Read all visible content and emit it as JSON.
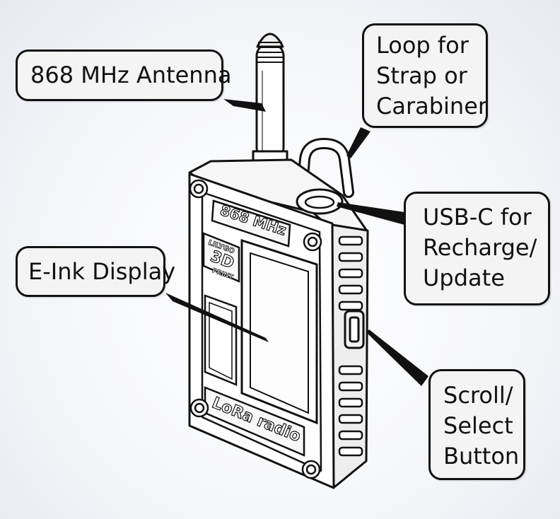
{
  "callouts": {
    "antenna": {
      "lines": [
        "868 MHz Antenna"
      ]
    },
    "loop": {
      "lines": [
        "Loop for",
        "Strap or",
        "Carabiner"
      ]
    },
    "usb": {
      "lines": [
        "USB-C for",
        "Recharge/",
        "Update"
      ]
    },
    "display": {
      "lines": [
        "E-Ink Display"
      ]
    },
    "button": {
      "lines": [
        "Scroll/",
        "Select",
        "Button"
      ]
    }
  },
  "device": {
    "top_engraving": "868 MHz",
    "bottom_engraving": "LoRa radio",
    "logo_lines": [
      "LILYGO",
      "3D",
      "PRINT"
    ]
  }
}
